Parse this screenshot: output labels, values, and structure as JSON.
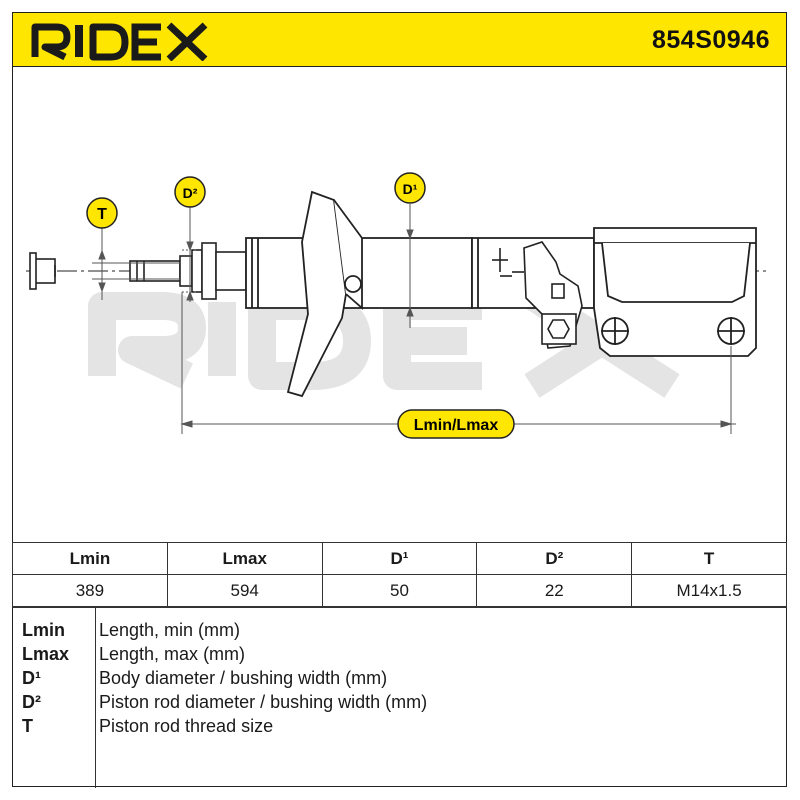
{
  "brand": {
    "name": "RIDEX",
    "accent": "#ffe600"
  },
  "part_number": "854S0946",
  "watermark": "RIDEX",
  "dimension_labels": {
    "T": "T",
    "D2": "D²",
    "D1": "D¹",
    "length": "Lmin/Lmax"
  },
  "spec_table": {
    "headers": [
      "Lmin",
      "Lmax",
      "D¹",
      "D²",
      "T"
    ],
    "values": [
      "389",
      "594",
      "50",
      "22",
      "M14x1.5"
    ]
  },
  "legend": [
    {
      "key": "Lmin",
      "text": "Length, min (mm)"
    },
    {
      "key": "Lmax",
      "text": "Length, max (mm)"
    },
    {
      "key": "D¹",
      "text": "Body diameter / bushing width (mm)"
    },
    {
      "key": "D²",
      "text": "Piston rod diameter / bushing width (mm)"
    },
    {
      "key": "T",
      "text": "Piston rod thread size"
    }
  ]
}
